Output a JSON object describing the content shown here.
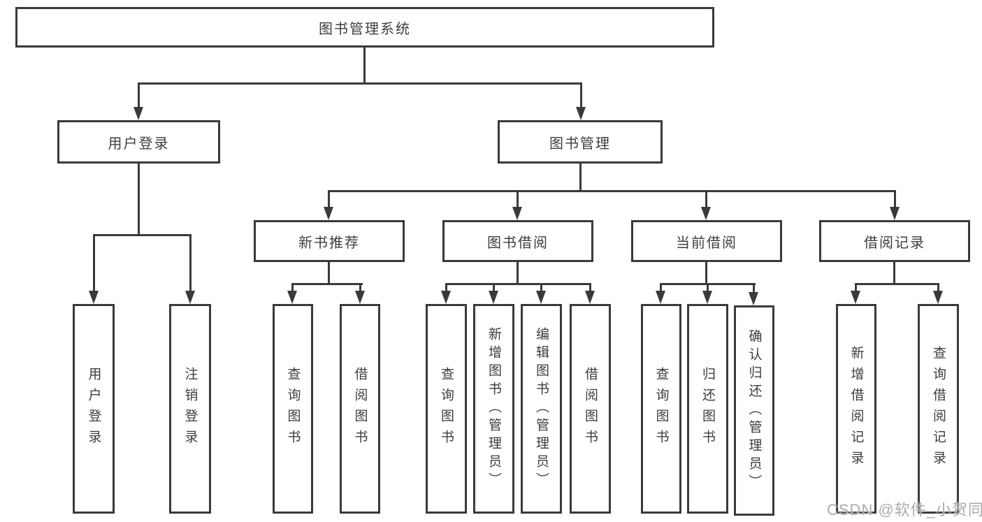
{
  "tree": {
    "root": {
      "label": "图书管理系统"
    },
    "branches": [
      {
        "label": "用户登录",
        "children": [
          {
            "label": "用户登录"
          },
          {
            "label": "注销登录"
          }
        ]
      },
      {
        "label": "图书管理",
        "children": [
          {
            "label": "新书推荐",
            "children": [
              {
                "label": "查询图书"
              },
              {
                "label": "借阅图书"
              }
            ]
          },
          {
            "label": "图书借阅",
            "children": [
              {
                "label": "查询图书"
              },
              {
                "label": "新增图书（管理员）"
              },
              {
                "label": "编辑图书（管理员）"
              },
              {
                "label": "借阅图书"
              }
            ]
          },
          {
            "label": "当前借阅",
            "children": [
              {
                "label": "查询图书"
              },
              {
                "label": "归还图书"
              },
              {
                "label": "确认归还（管理员）"
              }
            ]
          },
          {
            "label": "借阅记录",
            "children": [
              {
                "label": "新增借阅记录"
              },
              {
                "label": "查询借阅记录"
              }
            ]
          }
        ]
      }
    ]
  },
  "watermark": {
    "text": "CSDN @软件_小贺同学"
  },
  "colors": {
    "line": "#3a3a3c",
    "text": "#3d3d3f",
    "watermark": "#ababab",
    "background": "#ffffff"
  }
}
